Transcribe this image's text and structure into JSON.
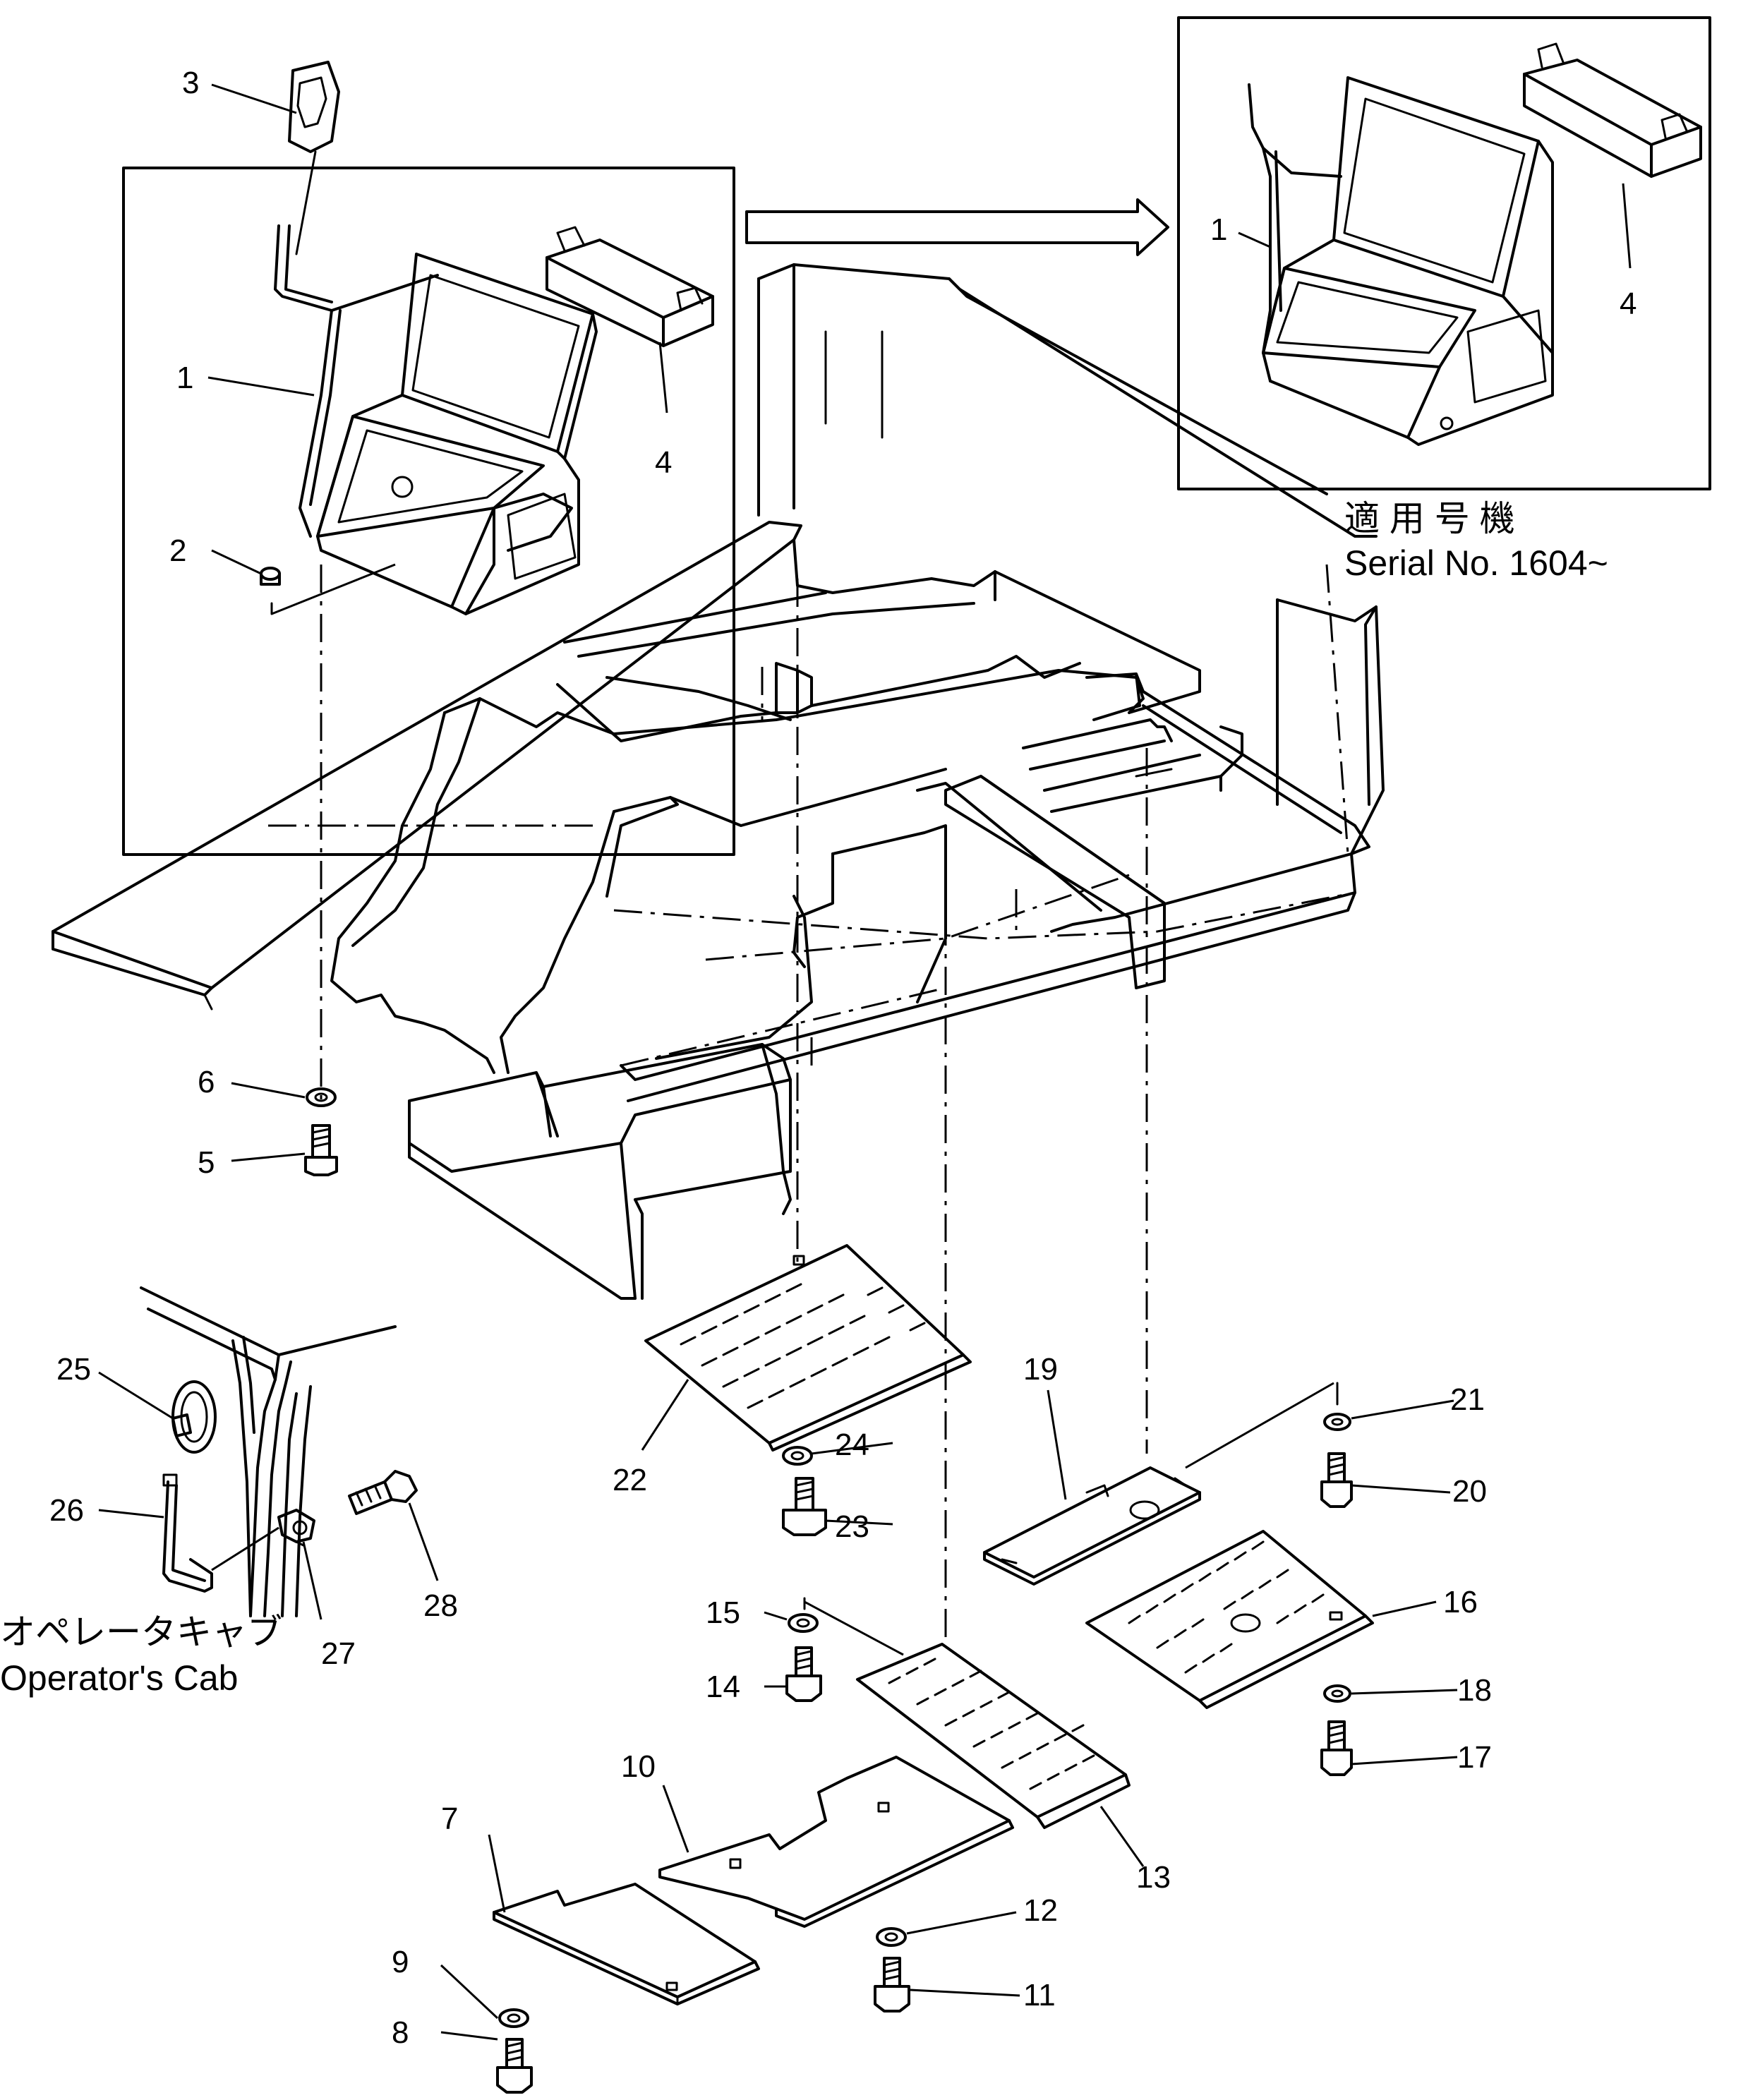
{
  "callouts": [
    {
      "id": "c1a",
      "text": "1"
    },
    {
      "id": "c1b",
      "text": "1"
    },
    {
      "id": "c2",
      "text": "2"
    },
    {
      "id": "c3",
      "text": "3"
    },
    {
      "id": "c4a",
      "text": "4"
    },
    {
      "id": "c4b",
      "text": "4"
    },
    {
      "id": "c5",
      "text": "5"
    },
    {
      "id": "c6",
      "text": "6"
    },
    {
      "id": "c7",
      "text": "7"
    },
    {
      "id": "c8",
      "text": "8"
    },
    {
      "id": "c9",
      "text": "9"
    },
    {
      "id": "c10",
      "text": "10"
    },
    {
      "id": "c11",
      "text": "11"
    },
    {
      "id": "c12",
      "text": "12"
    },
    {
      "id": "c13",
      "text": "13"
    },
    {
      "id": "c14",
      "text": "14"
    },
    {
      "id": "c15",
      "text": "15"
    },
    {
      "id": "c16",
      "text": "16"
    },
    {
      "id": "c17",
      "text": "17"
    },
    {
      "id": "c18",
      "text": "18"
    },
    {
      "id": "c19",
      "text": "19"
    },
    {
      "id": "c20",
      "text": "20"
    },
    {
      "id": "c21",
      "text": "21"
    },
    {
      "id": "c22",
      "text": "22"
    },
    {
      "id": "c23",
      "text": "23"
    },
    {
      "id": "c24",
      "text": "24"
    },
    {
      "id": "c25",
      "text": "25"
    },
    {
      "id": "c26",
      "text": "26"
    },
    {
      "id": "c27",
      "text": "27"
    },
    {
      "id": "c28",
      "text": "28"
    }
  ],
  "serial_note": {
    "japanese": "適 用 号 機",
    "english": "Serial No. 1604~"
  },
  "cab_note": {
    "japanese": "オペレータキャブ",
    "english": "Operator's Cab"
  }
}
